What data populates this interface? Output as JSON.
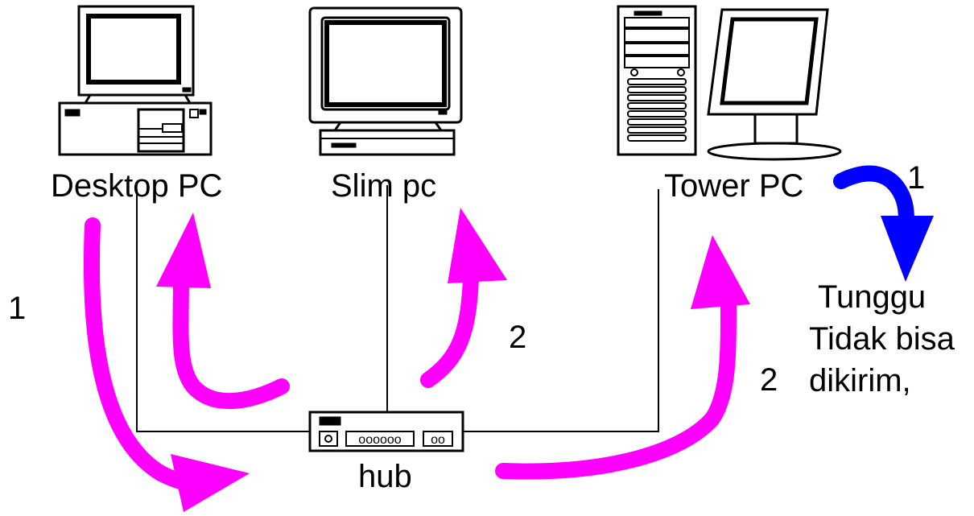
{
  "nodes": {
    "desktop": {
      "label": "Desktop PC",
      "icon": "desktop-pc-icon"
    },
    "slim": {
      "label": "Slim pc",
      "icon": "slim-pc-icon"
    },
    "tower": {
      "label": "Tower PC",
      "icon": "tower-pc-icon"
    },
    "hub": {
      "label": "hub",
      "icon": "hub-icon",
      "port_label_left": "oooooo",
      "port_label_right": "oo"
    }
  },
  "step_numbers": {
    "left_one": "1",
    "middle_two": "2",
    "right_two": "2",
    "tower_one": "1"
  },
  "note": {
    "line1": "Tunggu",
    "line2": "Tidak bisa",
    "line3": "dikirim,"
  },
  "colors": {
    "outline": "#000000",
    "flow_arrow": "#ff00ff",
    "wait_arrow": "#0000ff",
    "background": "#ffffff"
  }
}
